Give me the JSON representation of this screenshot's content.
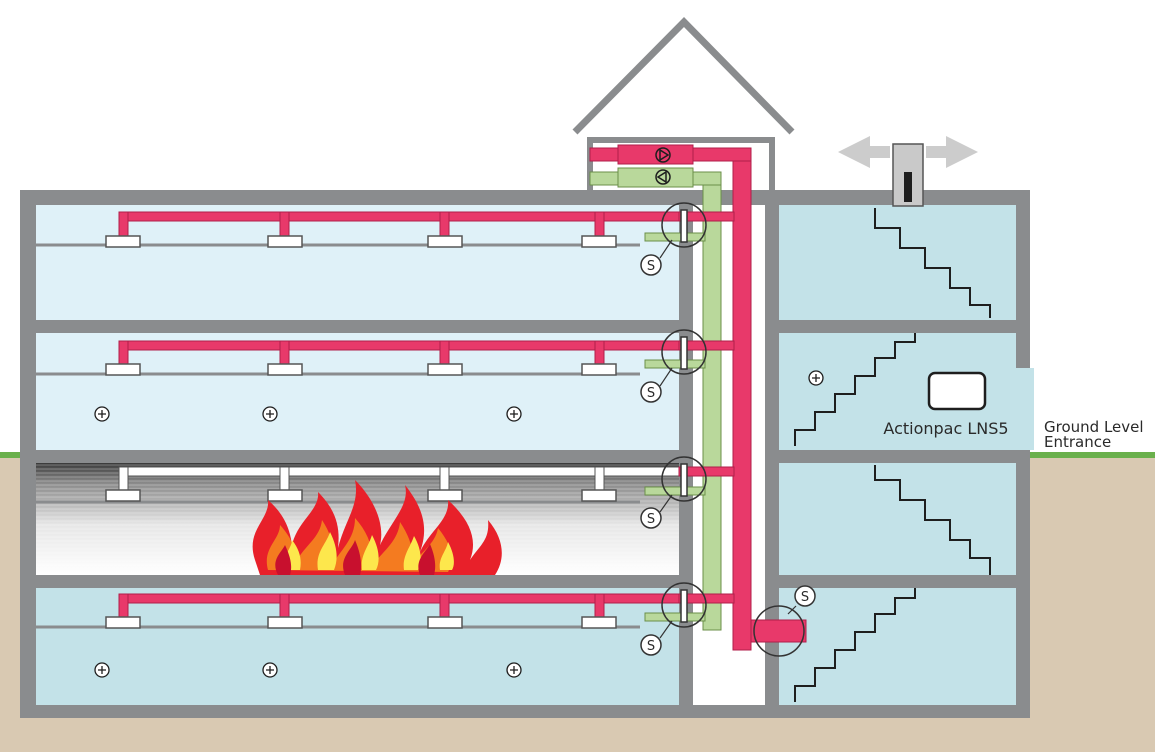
{
  "labels": {
    "unit": "Actionpac LNS5",
    "ground_line1": "Ground Level",
    "ground_line2": "Entrance",
    "sensor": "S"
  },
  "colors": {
    "supply_pipe": "#e8396a",
    "extract_pipe": "#b9d89b",
    "wall": "#8a8c8e",
    "ground": "#d9c9b2",
    "grass": "#6ab04c",
    "floor_pressurised": "#dff1f8",
    "floor_lower": "#c3e2e8",
    "fire_outer": "#e8202a",
    "fire_mid": "#f47b20",
    "fire_inner": "#fde74c"
  }
}
